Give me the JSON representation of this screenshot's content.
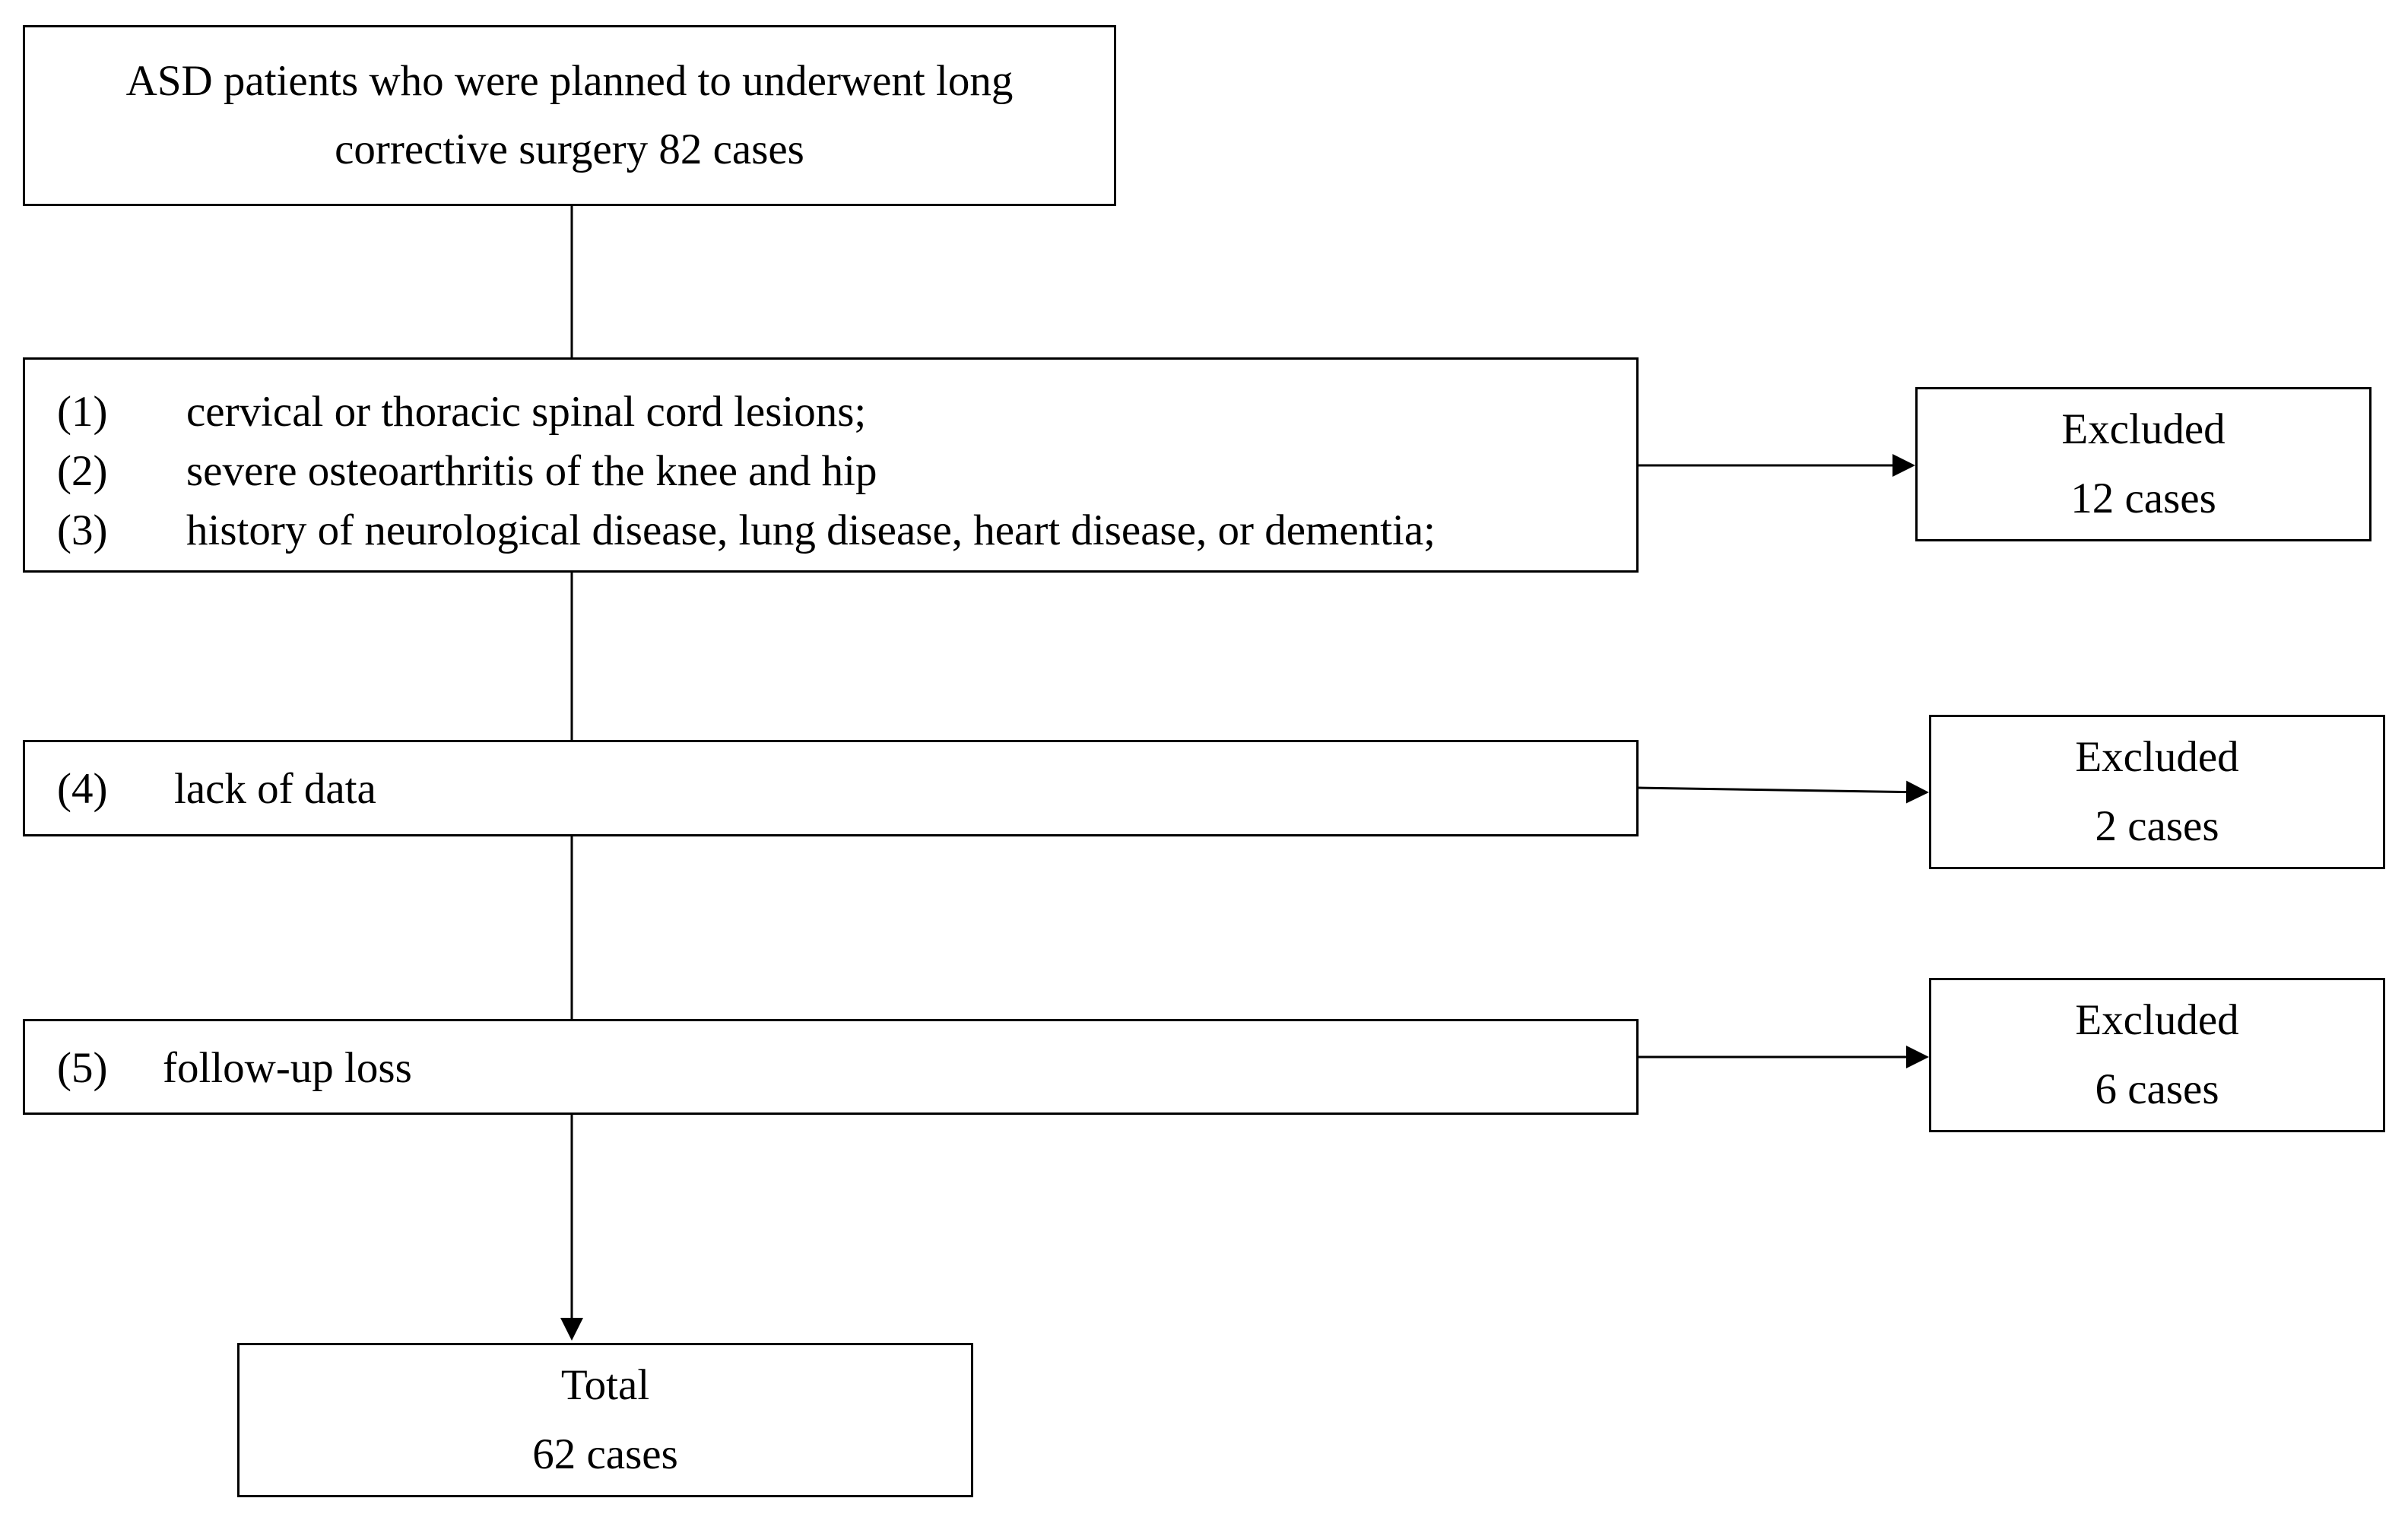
{
  "start": {
    "line1": "ASD patients who were planned to underwent  long",
    "line2": "corrective surgery   82 cases"
  },
  "criteria_block_1": [
    {
      "num": "(1)",
      "text": "cervical or thoracic spinal cord lesions;"
    },
    {
      "num": "(2)",
      "text": "severe osteoarthritis of the knee and hip"
    },
    {
      "num": "(3)",
      "text": "history of neurological disease, lung disease, heart disease, or dementia;"
    }
  ],
  "criteria_block_2": {
    "num": "(4)",
    "text": "lack of data"
  },
  "criteria_block_3": {
    "num": "(5)",
    "text": "follow-up loss"
  },
  "excluded": [
    {
      "label": "Excluded",
      "count": "12 cases"
    },
    {
      "label": "Excluded",
      "count": "2 cases"
    },
    {
      "label": "Excluded",
      "count": "6 cases"
    }
  ],
  "total": {
    "label": "Total",
    "count": "62 cases"
  }
}
